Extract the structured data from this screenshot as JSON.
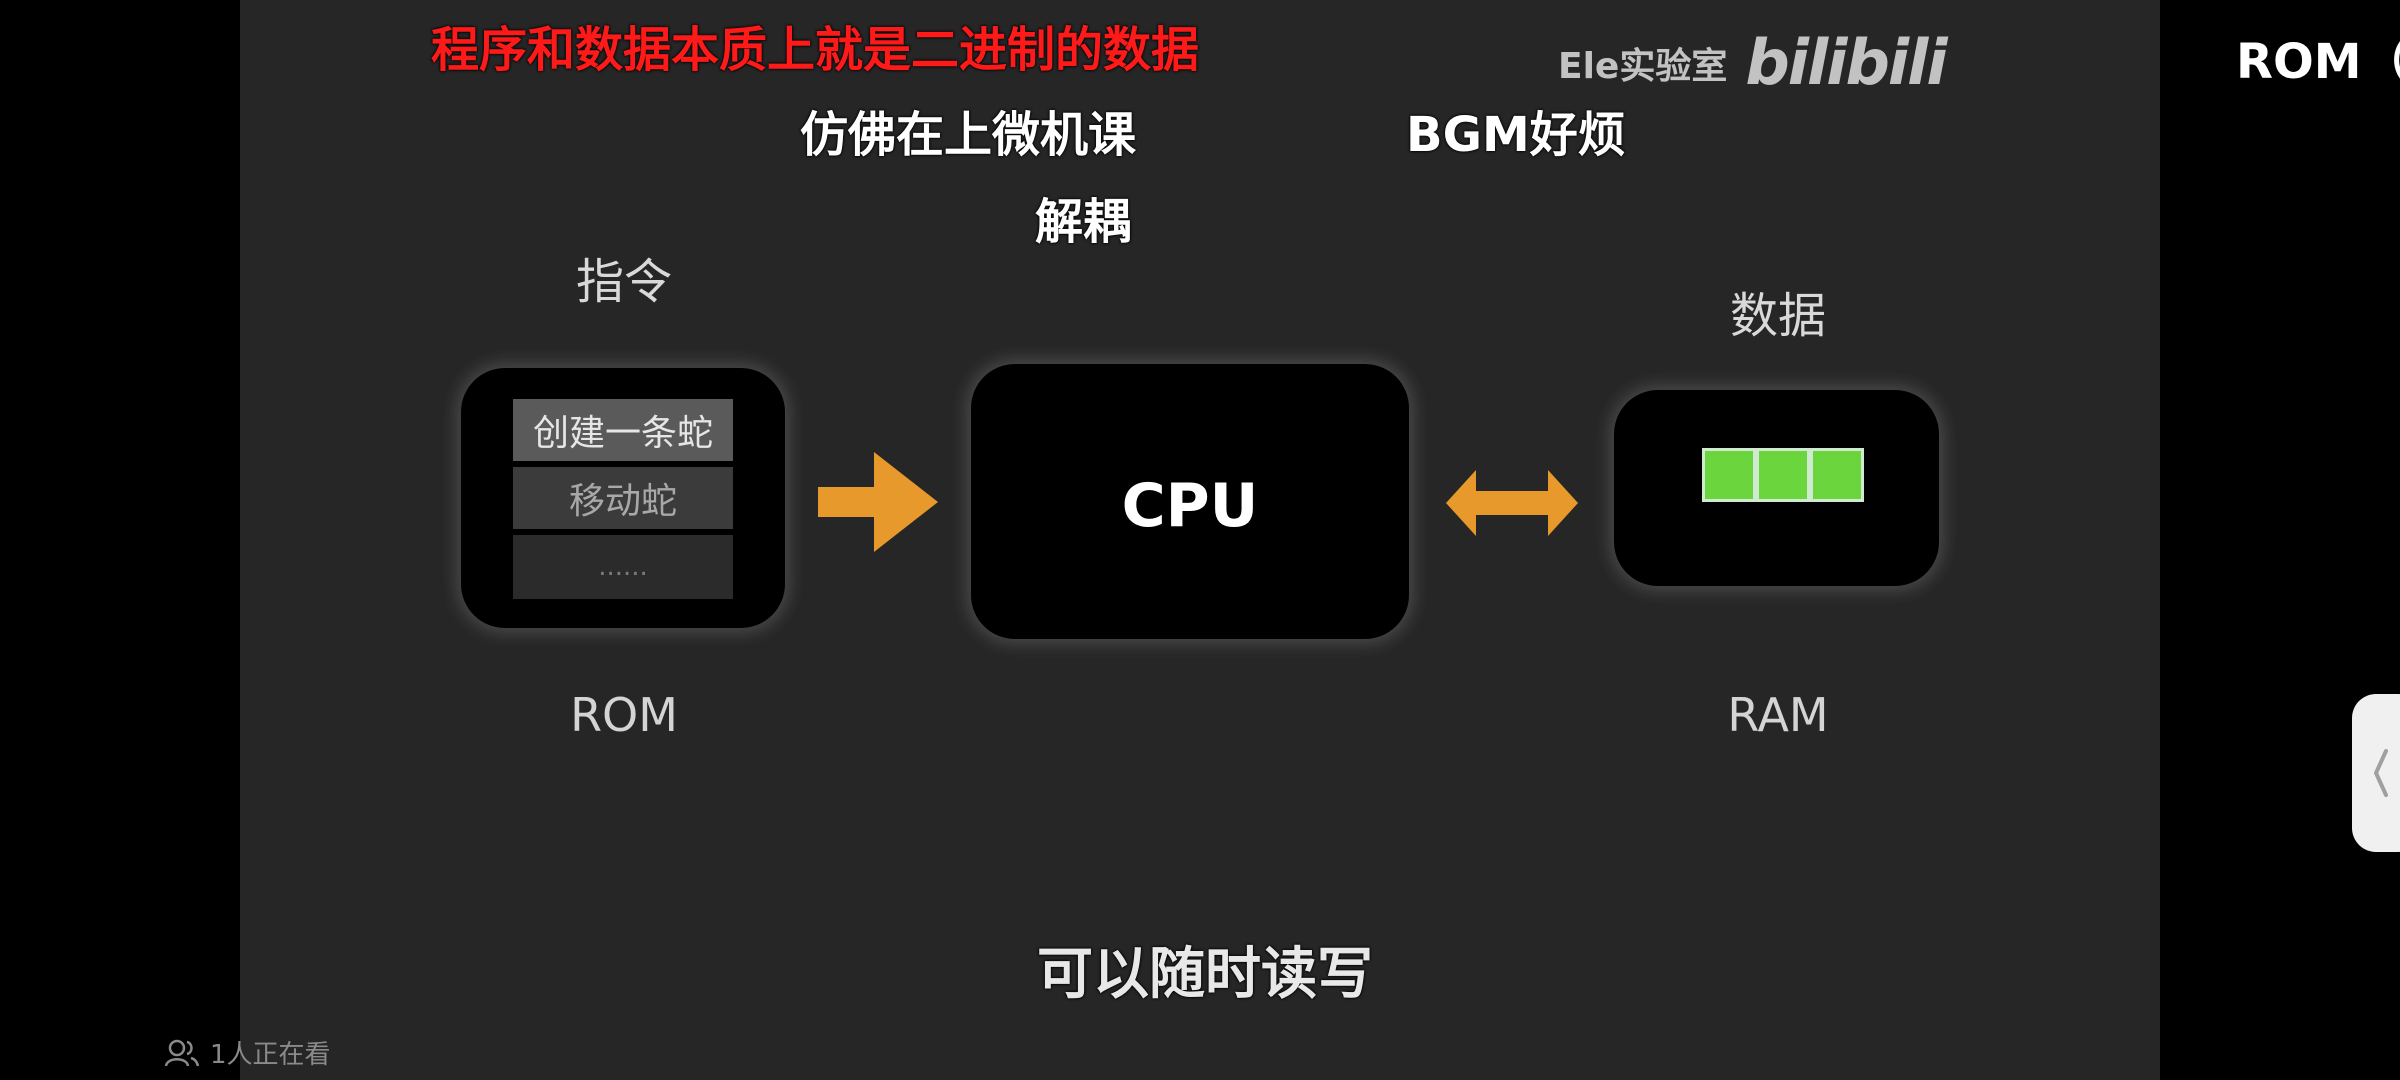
{
  "danmaku": [
    {
      "text": "程序和数据本质上就是二进制的数据",
      "color": "#ff1a1a"
    },
    {
      "text": "仿佛在上微机课",
      "color": "#ffffff"
    },
    {
      "text": "BGM好烦",
      "color": "#ffffff"
    },
    {
      "text": "解耦",
      "color": "#ffffff"
    }
  ],
  "watermark": {
    "lab": "Ele实验室",
    "logo": "bilibili"
  },
  "diagram": {
    "instruction_heading": "指令",
    "data_heading": "数据",
    "rom_items": [
      "创建一条蛇",
      "移动蛇",
      "......"
    ],
    "cpu_label": "CPU",
    "rom_caption": "ROM",
    "ram_caption": "RAM",
    "ram_block_color": "#6ad53c",
    "arrow_color": "#e8992c"
  },
  "subtitle": "可以随时读写",
  "right_overlay_text": "ROM（只",
  "side_handle_icon": "chevron-left-icon",
  "viewer_count": "1人正在看"
}
